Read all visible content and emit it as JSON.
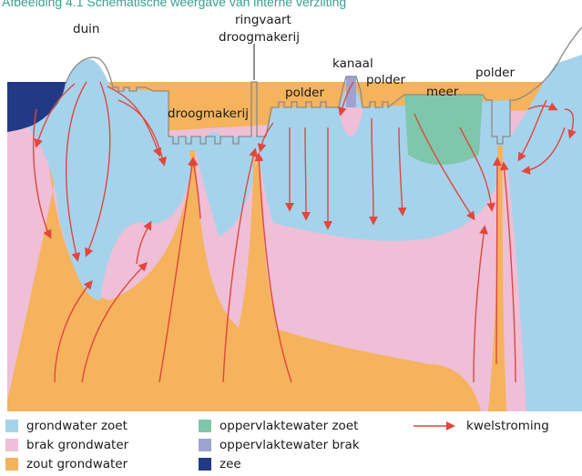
{
  "caption": "Afbeelding 4.1 Schematische weergave van interne verzilting",
  "labels": {
    "duin": "duin",
    "ringvaart_line1": "ringvaart",
    "ringvaart_line2": "droogmakerij",
    "kanaal": "kanaal",
    "droogmakerij": "droogmakerij",
    "polder_1": "polder",
    "polder_2": "polder",
    "meer": "meer",
    "polder_3": "polder"
  },
  "legend": [
    {
      "label": "grondwater zoet",
      "color": "#a6d3ec",
      "icon": "swatch"
    },
    {
      "label": "oppervlaktewater zoet",
      "color": "#7fc7ab",
      "icon": "swatch"
    },
    {
      "label": "kwelstroming",
      "color": "#e0473e",
      "icon": "arrow"
    },
    {
      "label": "brak grondwater",
      "color": "#eebfd6",
      "icon": "swatch"
    },
    {
      "label": "oppervlaktewater brak",
      "color": "#9fa3d2",
      "icon": "swatch"
    },
    {
      "label": "zout grondwater",
      "color": "#f4b35c",
      "icon": "swatch"
    },
    {
      "label": "zee",
      "color": "#223a86",
      "icon": "swatch"
    }
  ],
  "colors": {
    "fresh_groundwater": "#a6d3ec",
    "brackish_groundwater": "#eebfd6",
    "salt_groundwater": "#f4b35c",
    "fresh_surface_water": "#7fc7ab",
    "brackish_surface_water": "#9fa3d2",
    "sea": "#223a86",
    "seepage_arrow": "#e0473e",
    "ground_outline": "#8a8a8a"
  }
}
